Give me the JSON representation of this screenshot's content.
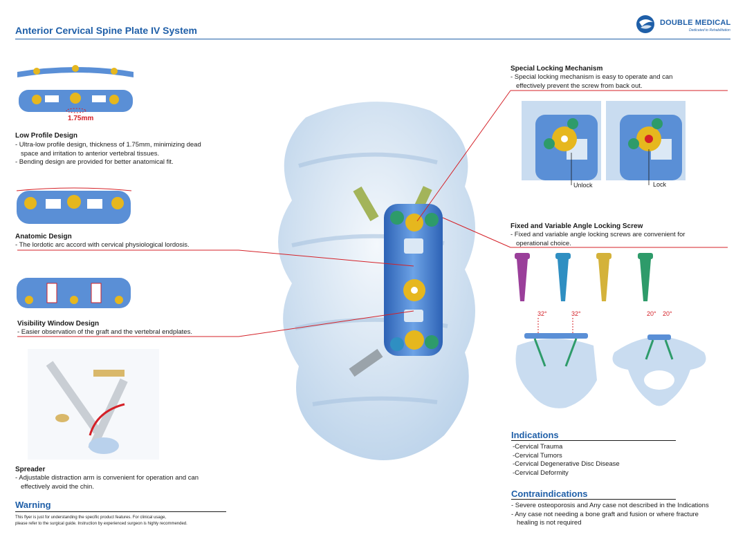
{
  "header": {
    "title": "Anterior Cervical Spine Plate IV System",
    "brand_name": "DOUBLE MEDICAL",
    "brand_tagline": "Dedicated to Rehabilitation"
  },
  "features": {
    "low_profile": {
      "measure": "1.75mm",
      "heading": "Low Profile Design",
      "lines": [
        "- Ultra-low profile design, thickness of 1.75mm, minimizing dead",
        "space and irritation to anterior vertebral tissues.",
        "- Bending design are provided for better anatomical fit."
      ]
    },
    "anatomic": {
      "heading": "Anatomic Design",
      "lines": [
        "- The lordotic arc accord with cervical physiological lordosis."
      ]
    },
    "visibility": {
      "heading": "Visibility Window Design",
      "lines": [
        "- Easier observation of the graft and the vertebral endplates."
      ]
    },
    "spreader": {
      "heading": "Spreader",
      "lines": [
        "- Adjustable distraction arm is convenient for operation and can",
        "effectively avoid the chin."
      ]
    }
  },
  "warning": {
    "heading": "Warning",
    "lines": [
      "This flyer is just for understanding the specific product features. For clinical usage,",
      "please refer to the surgical guide. Instruction by experienced surgeon is highly recommended."
    ]
  },
  "locking": {
    "heading": "Special Locking Mechanism",
    "lines": [
      "- Special locking mechanism is easy to operate and can",
      "effectively prevent the screw from back out."
    ],
    "unlock_label": "Unlock",
    "lock_label": "Lock"
  },
  "angle_screw": {
    "heading": "Fixed and Variable Angle Locking Screw",
    "lines": [
      "- Fixed and variable angle locking screws are convenient for",
      "operational choice."
    ],
    "angle_left_1": "32°",
    "angle_left_2": "32°",
    "angle_right_1": "20°",
    "angle_right_2": "20°",
    "screw_colors": [
      "#9a3f9a",
      "#2f8fc2",
      "#d4b23a",
      "#2e9b6a"
    ]
  },
  "indications": {
    "heading": "Indications",
    "items": [
      "-Cervical Trauma",
      "-Cervical Tumors",
      "-Cervical Degenerative Disc Disease",
      "-Cervical Deformity"
    ]
  },
  "contraindications": {
    "heading": "Contraindications",
    "lines": [
      "- Severe osteoporosis and Any case not described in the Indications",
      "- Any case not needing a bone graft and fusion or where fracture",
      "healing is not required"
    ]
  },
  "colors": {
    "brand_blue": "#1f5fa8",
    "accent_red": "#d42027",
    "plate_blue": "#5a8fd6",
    "gold": "#e6b71e",
    "bone": "#dbe8f5"
  }
}
